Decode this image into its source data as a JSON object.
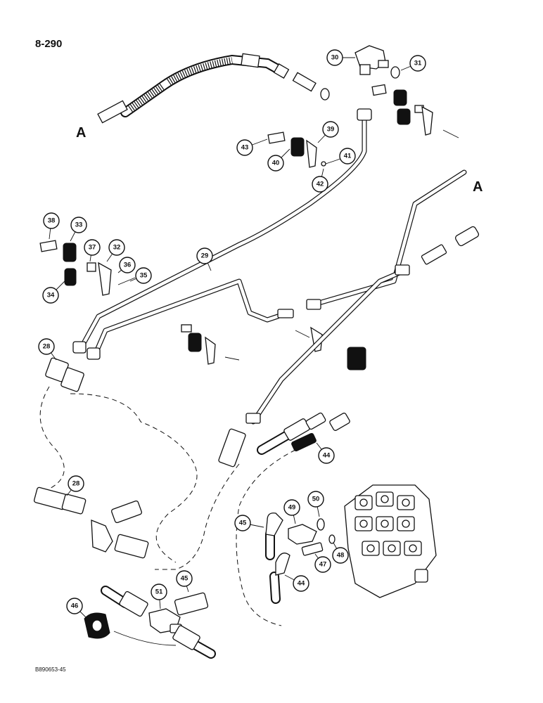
{
  "page": {
    "number": "8-290",
    "figure_code": "B890653-45"
  },
  "reference_letters": [
    "A",
    "A"
  ],
  "callouts": [
    "28",
    "28",
    "29",
    "30",
    "31",
    "32",
    "33",
    "34",
    "35",
    "36",
    "37",
    "38",
    "39",
    "40",
    "41",
    "42",
    "43",
    "44",
    "44",
    "45",
    "45",
    "46",
    "47",
    "48",
    "49",
    "50",
    "51"
  ]
}
